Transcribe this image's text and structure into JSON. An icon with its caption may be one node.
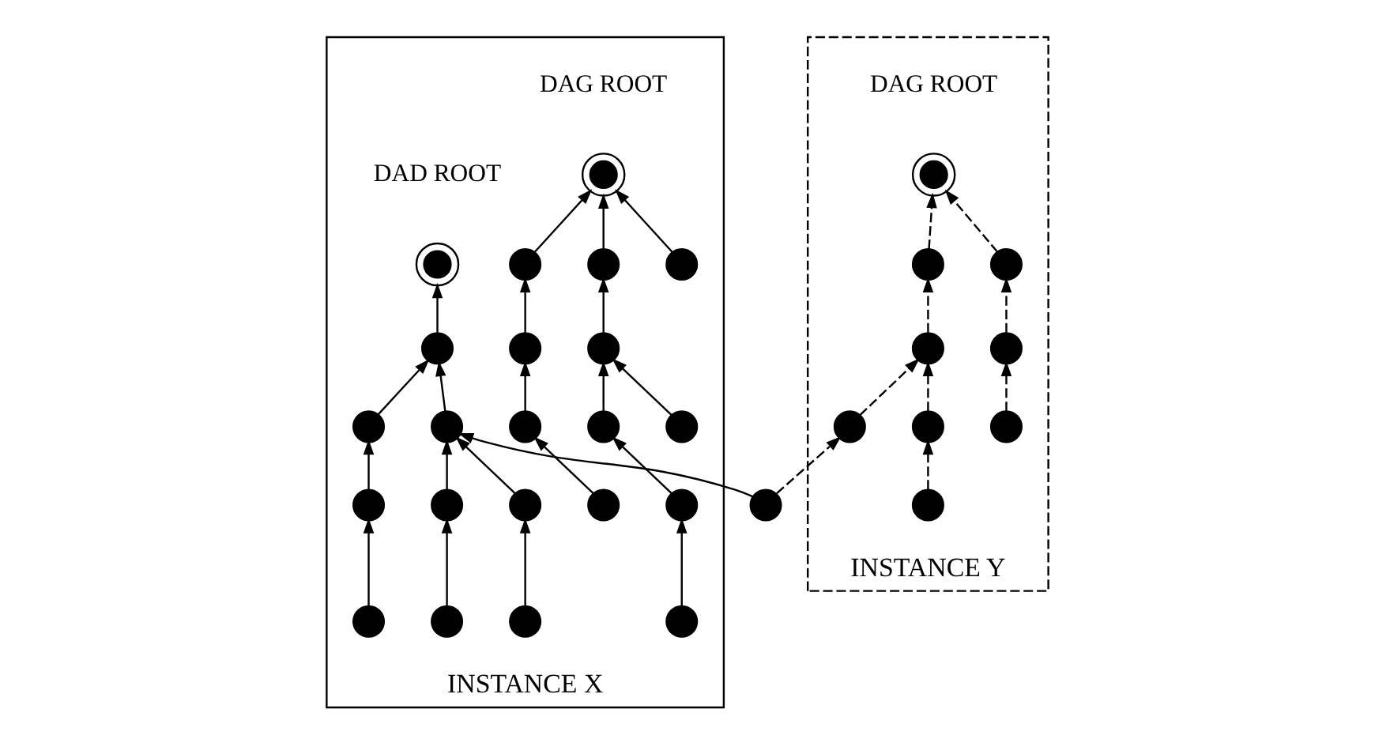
{
  "diagram": {
    "nodes": [
      {
        "text": [
          "INSTANCE X"
        ]
      },
      {
        "text": [
          "INSTANCE Y"
        ]
      },
      {
        "text": [],
        "shape": "doublecircle",
        "beside": [
          "DAG ROOT"
        ],
        "in": 0
      },
      {
        "text": [],
        "shape": "circle",
        "in": 0
      },
      {
        "text": [],
        "shape": "circle",
        "in": 0
      },
      {
        "text": [],
        "shape": "circle",
        "in": 0
      },
      {
        "text": [],
        "shape": "circle",
        "in": 0
      },
      {
        "text": [],
        "shape": "circle",
        "in": 0
      },
      {
        "text": [],
        "shape": "circle",
        "in": 0
      },
      {
        "text": [],
        "shape": "circle",
        "in": 0
      },
      {
        "text": [],
        "shape": "circle",
        "in": 0
      },
      {
        "text": [],
        "shape": "circle",
        "in": 0
      },
      {
        "text": [],
        "shape": "circle",
        "in": 0
      },
      {
        "text": [],
        "shape": "circle",
        "in": 0
      },
      {
        "text": [],
        "shape": "doublecircle",
        "beside": [
          "DAD ROOT"
        ],
        "in": 0
      },
      {
        "text": [],
        "shape": "circle",
        "in": 0
      },
      {
        "text": [],
        "shape": "circle",
        "in": 0
      },
      {
        "text": [],
        "shape": "circle",
        "in": 0
      },
      {
        "text": [],
        "shape": "circle",
        "in": 0
      },
      {
        "text": [],
        "shape": "circle",
        "in": 0
      },
      {
        "text": [],
        "shape": "circle",
        "in": 0
      },
      {
        "text": [],
        "shape": "circle",
        "in": 0
      },
      {
        "text": [],
        "shape": "circle",
        "in": 0
      },
      {
        "text": [],
        "shape": "circle",
        "in": 0
      },
      {
        "text": [],
        "shape": "circle"
      },
      {
        "text": [],
        "shape": "circle",
        "in": 1
      },
      {
        "text": [],
        "shape": "doublecircle",
        "beside": [
          "DAG ROOT"
        ],
        "in": 1
      },
      {
        "text": [],
        "shape": "circle",
        "in": 1
      },
      {
        "text": [],
        "shape": "circle",
        "in": 1
      },
      {
        "text": [],
        "shape": "circle",
        "in": 1
      },
      {
        "text": [],
        "shape": "circle",
        "in": 1
      },
      {
        "text": [],
        "shape": "circle",
        "in": 1
      },
      {
        "text": [],
        "shape": "circle",
        "in": 1
      },
      {
        "text": [],
        "shape": "circle",
        "in": 1
      }
    ],
    "edges": [
      {
        "from": 3,
        "to": 2,
        "arrow": "to"
      },
      {
        "from": 4,
        "to": 2,
        "arrow": "to"
      },
      {
        "from": 5,
        "to": 2,
        "arrow": "to"
      },
      {
        "from": 6,
        "to": 4,
        "arrow": "to"
      },
      {
        "from": 7,
        "to": 6,
        "arrow": "to"
      },
      {
        "from": 8,
        "to": 6,
        "arrow": "to"
      },
      {
        "from": 9,
        "to": 8,
        "arrow": "to"
      },
      {
        "from": 10,
        "to": 9,
        "arrow": "to"
      },
      {
        "from": 11,
        "to": 5,
        "arrow": "to"
      },
      {
        "from": 12,
        "to": 11,
        "arrow": "to"
      },
      {
        "from": 13,
        "to": 12,
        "arrow": "to"
      },
      {
        "from": 15,
        "to": 14,
        "arrow": "to"
      },
      {
        "from": 16,
        "to": 15,
        "arrow": "to"
      },
      {
        "from": 17,
        "to": 16,
        "arrow": "to"
      },
      {
        "from": 18,
        "to": 17,
        "arrow": "to"
      },
      {
        "from": 19,
        "to": 15,
        "arrow": "to"
      },
      {
        "from": 20,
        "to": 19,
        "arrow": "to"
      },
      {
        "from": 21,
        "to": 19,
        "arrow": "to"
      },
      {
        "from": 22,
        "to": 20,
        "arrow": "to"
      },
      {
        "from": 23,
        "to": 21,
        "arrow": "to"
      },
      {
        "from": 24,
        "to": 19,
        "arrow": "to"
      },
      {
        "from": 24,
        "to": 25,
        "arrow": "to",
        "style": "dashed"
      },
      {
        "from": 25,
        "to": 27,
        "arrow": "to",
        "style": "dashed"
      },
      {
        "from": 27,
        "to": 28,
        "arrow": "to",
        "style": "dashed"
      },
      {
        "from": 28,
        "to": 26,
        "arrow": "to",
        "style": "dashed"
      },
      {
        "from": 29,
        "to": 26,
        "arrow": "to",
        "style": "dashed"
      },
      {
        "from": 30,
        "to": 29,
        "arrow": "to",
        "style": "dashed"
      },
      {
        "from": 31,
        "to": 30,
        "arrow": "to",
        "style": "dashed"
      },
      {
        "from": 32,
        "to": 27,
        "arrow": "to",
        "style": "dashed"
      },
      {
        "from": 33,
        "to": 32,
        "arrow": "to",
        "style": "dashed"
      }
    ]
  }
}
